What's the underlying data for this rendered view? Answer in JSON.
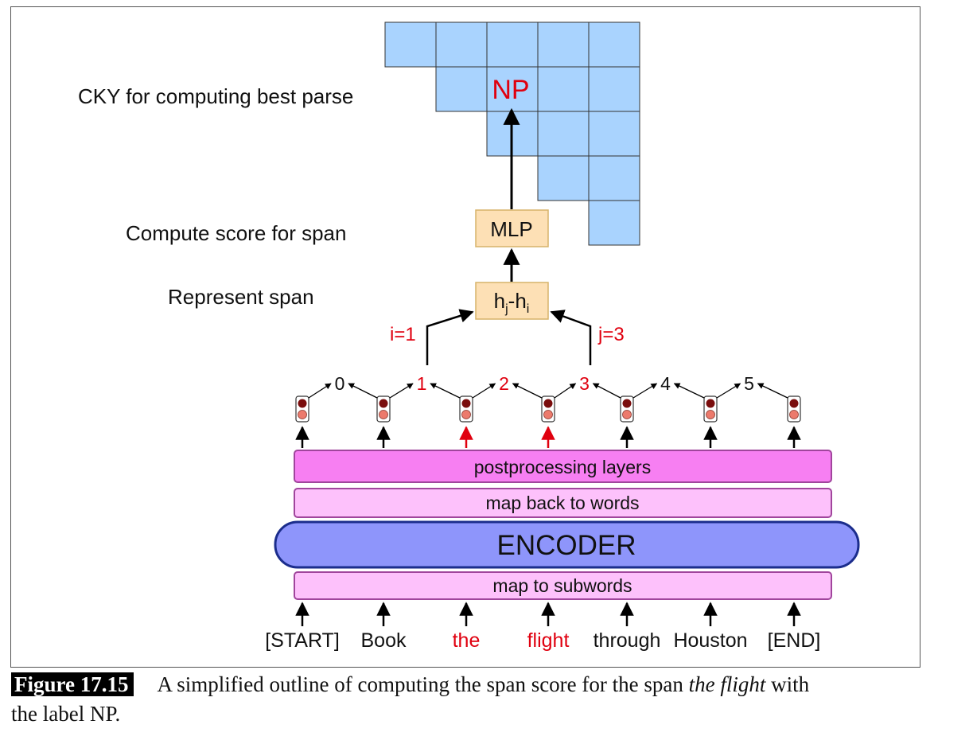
{
  "stage_labels": {
    "cky": "CKY for computing best parse",
    "score": "Compute score for span",
    "represent": "Represent span"
  },
  "chart_cell_label": "NP",
  "mlp_label": "MLP",
  "span_rep": {
    "h": "h",
    "j": "j",
    "dash": "-",
    "i": "i"
  },
  "span_indices": {
    "i_label": "i=1",
    "j_label": "j=3"
  },
  "boundaries": [
    "0",
    "1",
    "2",
    "3",
    "4",
    "5"
  ],
  "highlight_boundaries": [
    "1",
    "2",
    "3"
  ],
  "layers": {
    "postprocessing": "postprocessing layers",
    "map_back": "map back to words",
    "encoder": "ENCODER",
    "map_sub": "map to subwords"
  },
  "tokens": [
    "[START]",
    "Book",
    "the",
    "flight",
    "through",
    "Houston",
    "[END]"
  ],
  "highlight_tokens": [
    "the",
    "flight"
  ],
  "caption": {
    "figure_label": "Figure 17.15",
    "text_before": "A simplified outline of computing the span score for the span ",
    "text_italic": "the flight",
    "text_after": " with",
    "line2": "the label NP."
  },
  "colors": {
    "highlight": "#e0000f",
    "chart_cell": "#a9d3fe",
    "box_orange": "#fde0b5",
    "post_layer": "#f77ff2",
    "map_layer": "#fdc1fb",
    "encoder": "#8e95fb"
  }
}
